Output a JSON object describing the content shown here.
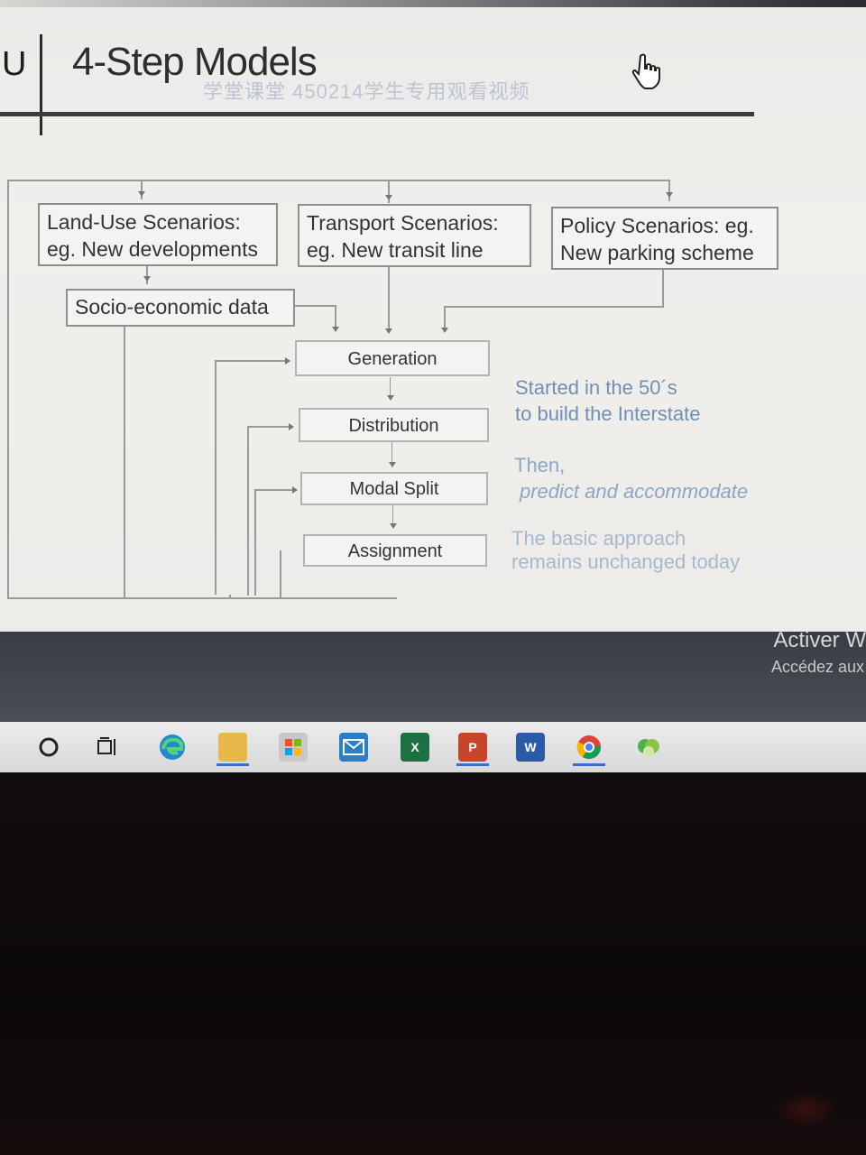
{
  "slide": {
    "logo_fragment": "U",
    "title": "4-Step Models",
    "watermark": "学堂课堂 450214学生专用观看视频",
    "scenarios": [
      {
        "line1": "Land-Use Scenarios:",
        "line2": "eg. New developments"
      },
      {
        "line1": "Transport Scenarios:",
        "line2": "eg. New transit line"
      },
      {
        "line1": "Policy Scenarios: eg.",
        "line2": "New parking scheme"
      }
    ],
    "socio_economic": "Socio-economic data",
    "steps": [
      "Generation",
      "Distribution",
      "Modal Split",
      "Assignment"
    ],
    "notes": [
      {
        "line1": "Started in the 50´s",
        "line2": "to build the Interstate"
      },
      {
        "line1": "Then,",
        "line2": "predict and accommodate"
      },
      {
        "line1": "The basic approach",
        "line2": "remains unchanged today"
      }
    ]
  },
  "activation": {
    "title": "Activer W",
    "subtitle": "Accédez aux"
  },
  "taskbar": {
    "icons": [
      "start-icon",
      "task-view-icon",
      "edge-icon",
      "file-explorer-icon",
      "store-icon",
      "mail-icon",
      "excel-icon",
      "powerpoint-icon",
      "word-icon",
      "chrome-icon",
      "app-icon"
    ],
    "excel_label": "X",
    "powerpoint_label": "P",
    "word_label": "W"
  }
}
